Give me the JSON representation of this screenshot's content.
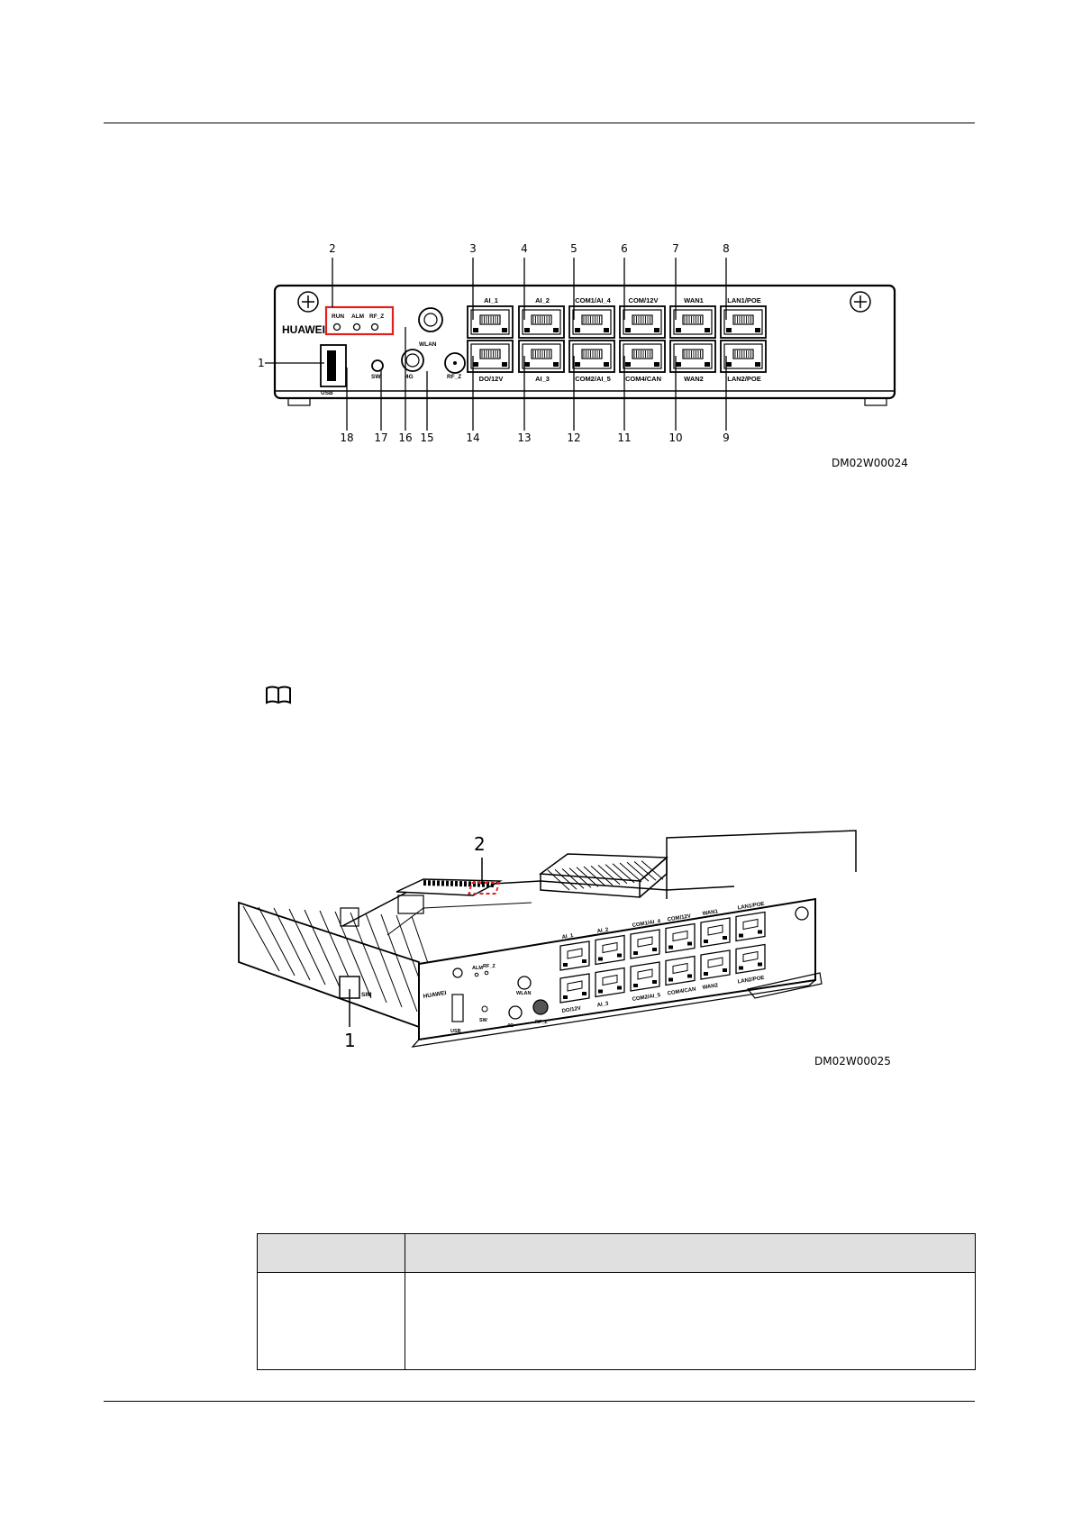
{
  "figure1": {
    "code": "DM02W00024",
    "brand": "HUAWEI",
    "led_labels": [
      "RUN",
      "ALM",
      "RF_Z"
    ],
    "port_top": [
      "AI_1",
      "AI_2",
      "COM1/AI_4",
      "COM/12V",
      "WAN1",
      "LAN1/POE"
    ],
    "port_bottom": [
      "DO/12V",
      "AI_3",
      "COM2/AI_5",
      "COM4/CAN",
      "WAN2",
      "LAN2/POE"
    ],
    "misc_labels": [
      "USB",
      "SW",
      "4G",
      "WLAN",
      "RF_Z"
    ],
    "callouts_top": [
      "2",
      "3",
      "4",
      "5",
      "6",
      "7",
      "8"
    ],
    "callout_left": "1",
    "callouts_bottom": [
      "18",
      "17",
      "16",
      "15",
      "14",
      "13",
      "12",
      "11",
      "10",
      "9"
    ]
  },
  "figure2": {
    "code": "DM02W00025",
    "callout_1": "1",
    "callout_2": "2",
    "brand": "HUAWEI",
    "port_top": [
      "AI_1",
      "AI_2",
      "COM1/AI_4",
      "COM/12V",
      "WAN1",
      "LAN1/POE"
    ],
    "port_bottom": [
      "DO/12V",
      "AI_3",
      "COM2/AI_5",
      "COM4/CAN",
      "WAN2",
      "LAN2/POE"
    ],
    "misc_labels": [
      "USB",
      "SW",
      "4G",
      "WLAN",
      "RF_Z",
      "ALM",
      "RF_Z"
    ]
  },
  "colors": {
    "highlight": "#e02020",
    "table_header": "#e0e0e0"
  }
}
